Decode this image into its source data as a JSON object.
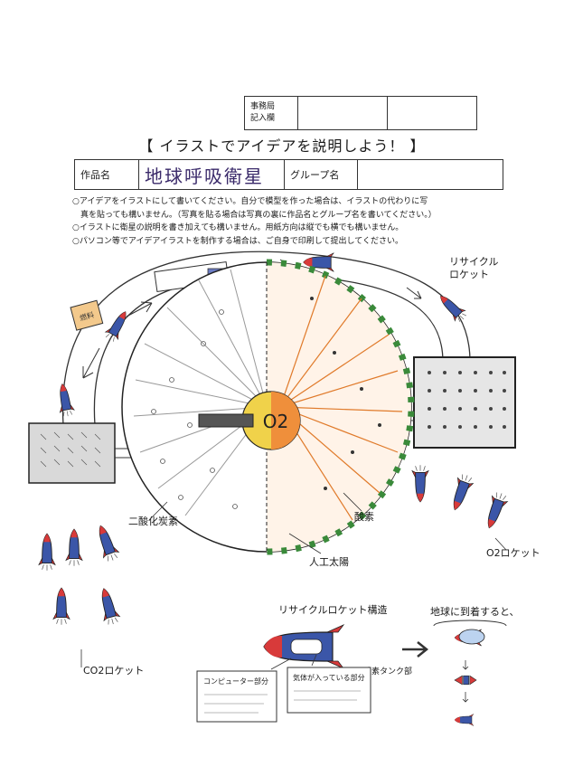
{
  "office_box": {
    "label_line1": "事務局",
    "label_line2": "記入欄"
  },
  "heading": "【 イラストでアイデアを説明しよう！ 】",
  "title_row": {
    "work_name_label": "作品名",
    "work_name_value": "地球呼吸衛星",
    "group_name_label": "グループ名",
    "group_name_value": ""
  },
  "instructions": [
    "○アイデアをイラストにして書いてください。自分で模型を作った場合は、イラストの代わりに写",
    "真を貼っても構いません。（写真を貼る場合は写真の裏に作品名とグループ名を書いてください。）",
    "○イラストに衛星の説明を書き加えても構いません。用紙方向は縦でも横でも構いません。",
    "○パソコン等でアイデアイラストを制作する場合は、ご自身で印刷して提出してください。"
  ],
  "illustration": {
    "recycle_rocket_label_1": "リサイクル",
    "recycle_rocket_label_2": "ロケット",
    "co2_area_label": "二酸化炭素",
    "oxygen_label": "酸素",
    "artificial_sun_label": "人工太陽",
    "o2_symbol": "O2",
    "o2_rocket_label": "O2ロケット",
    "co2_rocket_label": "CO2ロケット",
    "sign_label": "燃料",
    "structure_title": "リサイクルロケット構造",
    "fuel_tank_label": "酸素タンク部",
    "on_arrival_title": "地球に到着すると、",
    "computer_label": "コンピューター部分",
    "gas_label": "気体が入っている部分"
  }
}
